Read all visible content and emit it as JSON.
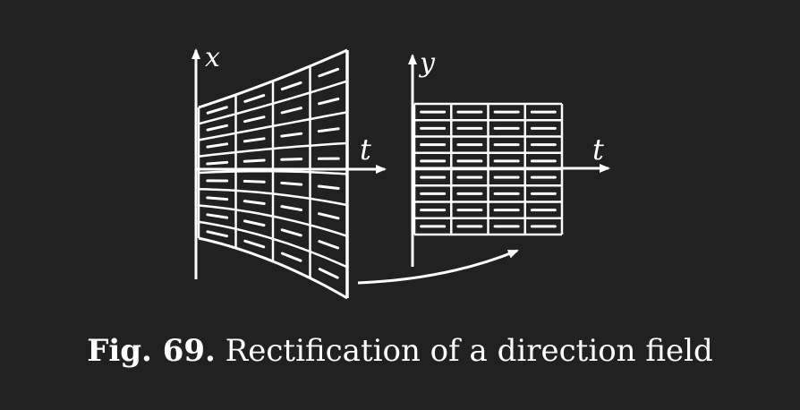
{
  "figure": {
    "left_panel": {
      "vertical_axis_label": "x",
      "horizontal_axis_label": "t"
    },
    "right_panel": {
      "vertical_axis_label": "y",
      "horizontal_axis_label": "t"
    },
    "colors": {
      "background": "#212121",
      "ink": "#ffffff"
    }
  },
  "caption": {
    "label": "Fig. 69.",
    "text": "Rectification of a direction field"
  }
}
